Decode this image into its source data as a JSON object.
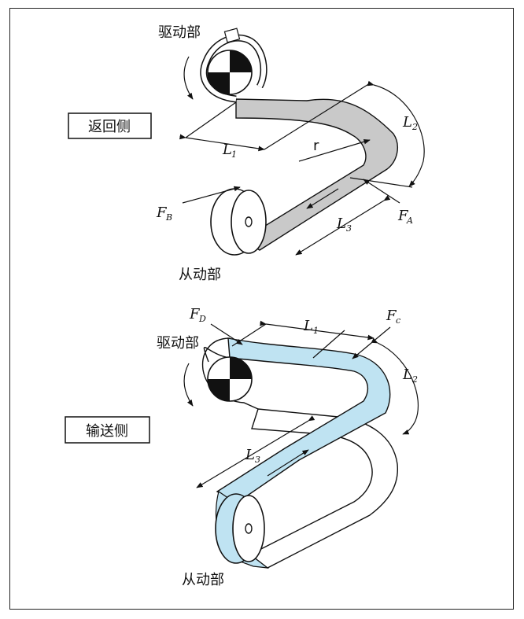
{
  "panels": [
    {
      "label": "返回侧",
      "drive": "驱动部",
      "driven": "从动部",
      "dims": {
        "l1": "L",
        "l1_sub": "1",
        "l2": "L",
        "l2_sub": "2",
        "l3": "L",
        "l3_sub": "3",
        "r": "r"
      },
      "forces": {
        "a": "F",
        "a_sub": "A",
        "b": "F",
        "b_sub": "B"
      }
    },
    {
      "label": "输送侧",
      "drive": "驱动部",
      "driven": "从动部",
      "dims": {
        "l1": "L",
        "l1_sub": "1",
        "l2": "L",
        "l2_sub": "2",
        "l3": "L",
        "l3_sub": "3"
      },
      "forces": {
        "c": "F",
        "c_sub": "c",
        "d": "F",
        "d_sub": "D"
      }
    }
  ],
  "colors": {
    "grey_belt": "#c9c9c9",
    "blue_belt": "#bfe3f2"
  }
}
